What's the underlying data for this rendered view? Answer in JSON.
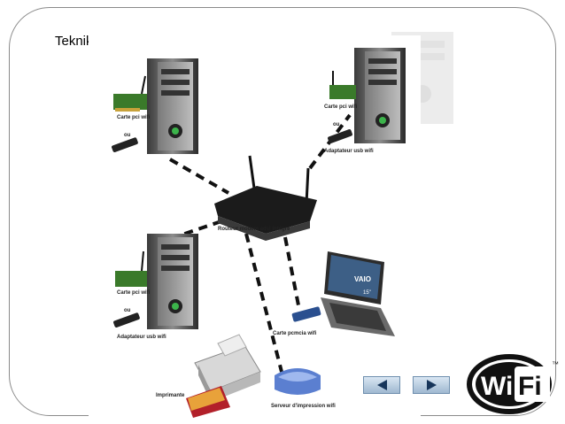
{
  "slide": {
    "title": "Teknik penyambungan WIFI :-"
  },
  "diagram": {
    "labels": {
      "pc1_card": "Carte pci wifi",
      "pc1_or": "ou",
      "pc2_card": "Carte pci wifi",
      "pc2_or": "ou",
      "pc2_usb": "Adaptateur usb wifi",
      "router": "Routeur modem adsl intégré",
      "pc3_card": "Carte pci wifi",
      "pc3_or": "ou",
      "pc3_usb": "Adaptateur usb wifi",
      "laptop_card": "Carte pcmcia wifi",
      "printer": "Imprimante",
      "print_server": "Serveur d'impression wifi",
      "laptop_brand": "VAIO",
      "laptop_size": "15\""
    }
  },
  "nav": {
    "prev_icon": "triangle-left-icon",
    "next_icon": "triangle-right-icon"
  },
  "logo": {
    "text_wi": "Wi",
    "text_fi": "Fi",
    "trademark": "™"
  }
}
